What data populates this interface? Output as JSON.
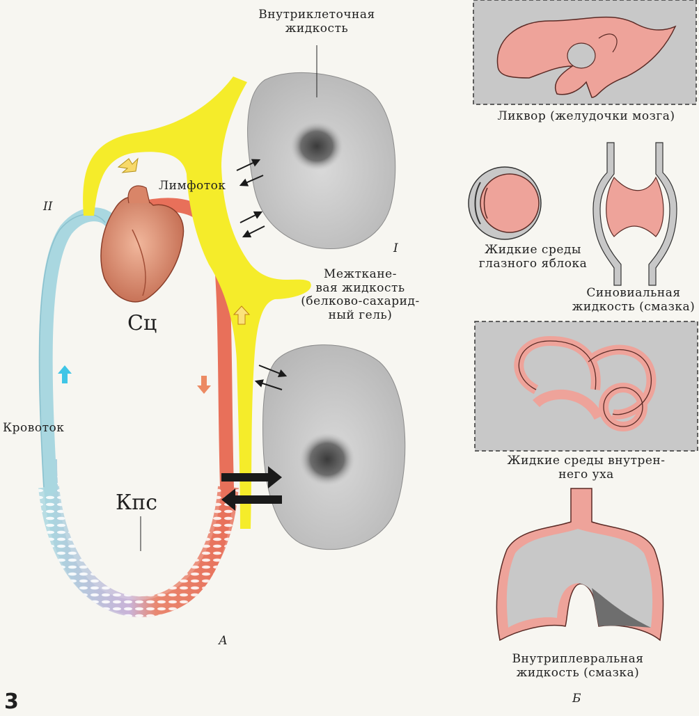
{
  "panel_a": {
    "intracellular": "Внутриклеточная\nжидкость",
    "lymph_flow": "Лимфоток",
    "interstitial": "Межткане-\nвая жидкость\n(белково-сахарид-\nный гель)",
    "heart": "Сц",
    "capillaries": "Кпс",
    "blood_flow": "Кровоток",
    "roman_ii": "II",
    "roman_i": "I",
    "letter_a": "А"
  },
  "panel_b": {
    "liquor": "Ликвор (желудочки мозга)",
    "eye": "Жидкие среды\nглазного яблока",
    "synovial": "Синовиальная\nжидкость (смазка)",
    "inner_ear": "Жидкие среды внутрен-\nнего уха",
    "pleural": "Внутриплевральная\nжидкость (смазка)",
    "letter_b": "Б"
  },
  "figure_number": "3",
  "colors": {
    "lymph": "#f5ec2a",
    "artery": "#e8705a",
    "vein": "#a9d7e0",
    "tissue_pink": "#eea39a",
    "cell_gray": "#c8c8c8"
  }
}
